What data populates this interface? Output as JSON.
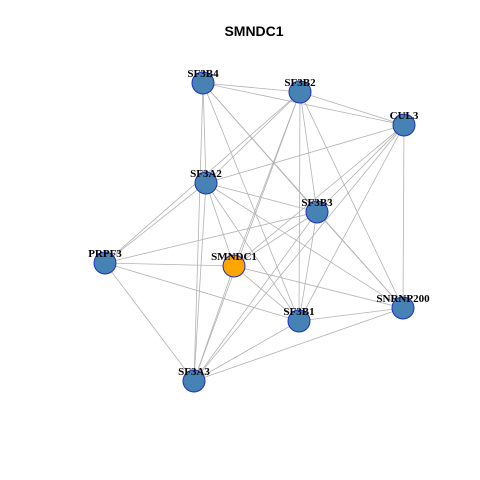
{
  "title": "SMNDC1",
  "colors": {
    "node_fill": "#4682b4",
    "node_border": "#1f2fbf",
    "center_fill": "#ffa500",
    "edge": "#b3b3b3",
    "text": "#000000",
    "background": "#ffffff"
  },
  "network": {
    "nodes": [
      {
        "id": "SF3B4",
        "label": "SF3B4",
        "type": "neighbor"
      },
      {
        "id": "SF3B2",
        "label": "SF3B2",
        "type": "neighbor"
      },
      {
        "id": "CUL3",
        "label": "CUL3",
        "type": "neighbor"
      },
      {
        "id": "SF3A2",
        "label": "SF3A2",
        "type": "neighbor"
      },
      {
        "id": "SF3B3",
        "label": "SF3B3",
        "type": "neighbor"
      },
      {
        "id": "PRPF3",
        "label": "PRPF3",
        "type": "neighbor"
      },
      {
        "id": "SMNDC1",
        "label": "SMNDC1",
        "type": "center"
      },
      {
        "id": "SNRNP200",
        "label": "SNRNP200",
        "type": "neighbor"
      },
      {
        "id": "SF3B1",
        "label": "SF3B1",
        "type": "neighbor"
      },
      {
        "id": "SF3A3",
        "label": "SF3A3",
        "type": "neighbor"
      }
    ],
    "edges": [
      [
        "SF3B4",
        "SF3B2"
      ],
      [
        "SF3B4",
        "CUL3"
      ],
      [
        "SF3B4",
        "SF3A2"
      ],
      [
        "SF3B4",
        "SF3B3"
      ],
      [
        "SF3B4",
        "SF3B1"
      ],
      [
        "SF3B4",
        "SF3A3"
      ],
      [
        "SF3B4",
        "SNRNP200"
      ],
      [
        "SF3B2",
        "CUL3"
      ],
      [
        "SF3B2",
        "SF3A2"
      ],
      [
        "SF3B2",
        "SF3B3"
      ],
      [
        "SF3B2",
        "SMNDC1"
      ],
      [
        "SF3B2",
        "SF3B1"
      ],
      [
        "SF3B2",
        "SNRNP200"
      ],
      [
        "SF3B2",
        "PRPF3"
      ],
      [
        "SF3B2",
        "SF3A3"
      ],
      [
        "CUL3",
        "SF3A2"
      ],
      [
        "CUL3",
        "SF3B3"
      ],
      [
        "CUL3",
        "SNRNP200"
      ],
      [
        "CUL3",
        "SF3B1"
      ],
      [
        "CUL3",
        "SMNDC1"
      ],
      [
        "CUL3",
        "SF3A3"
      ],
      [
        "SF3A2",
        "SF3B3"
      ],
      [
        "SF3A2",
        "PRPF3"
      ],
      [
        "SF3A2",
        "SMNDC1"
      ],
      [
        "SF3A2",
        "SF3B1"
      ],
      [
        "SF3A2",
        "SNRNP200"
      ],
      [
        "SF3A2",
        "SF3A3"
      ],
      [
        "SF3B3",
        "PRPF3"
      ],
      [
        "SF3B3",
        "SMNDC1"
      ],
      [
        "SF3B3",
        "SF3B1"
      ],
      [
        "SF3B3",
        "SNRNP200"
      ],
      [
        "SF3B3",
        "SF3A3"
      ],
      [
        "PRPF3",
        "SMNDC1"
      ],
      [
        "PRPF3",
        "SF3B1"
      ],
      [
        "PRPF3",
        "SF3A3"
      ],
      [
        "SMNDC1",
        "SF3B1"
      ],
      [
        "SMNDC1",
        "SNRNP200"
      ],
      [
        "SMNDC1",
        "SF3A3"
      ],
      [
        "SF3B1",
        "SNRNP200"
      ],
      [
        "SF3B1",
        "SF3A3"
      ],
      [
        "SNRNP200",
        "SF3A3"
      ]
    ]
  }
}
